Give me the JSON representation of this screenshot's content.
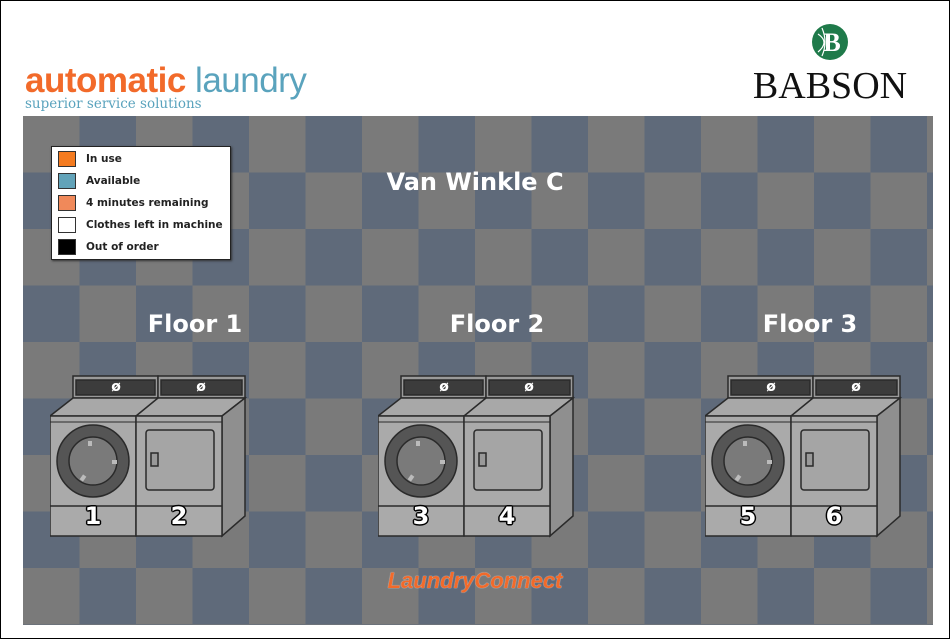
{
  "header": {
    "logo_left_part1": "automatic",
    "logo_left_part2": "laundry",
    "logo_left_tagline": "superior service solutions",
    "logo_right": "BABSON"
  },
  "legend": [
    {
      "label": "In use",
      "color": "#f47b20"
    },
    {
      "label": "Available",
      "color": "#62a3b9"
    },
    {
      "label": "4 minutes remaining",
      "color": "#f0895a"
    },
    {
      "label": "Clothes left in machine",
      "color": "#ffffff"
    },
    {
      "label": "Out of order",
      "color": "#000000"
    }
  ],
  "location": "Van Winkle C",
  "floors": [
    {
      "label": "Floor 1",
      "machines": [
        {
          "number": "1",
          "type": "washer",
          "display": "ø"
        },
        {
          "number": "2",
          "type": "dryer",
          "display": "ø"
        }
      ]
    },
    {
      "label": "Floor 2",
      "machines": [
        {
          "number": "3",
          "type": "washer",
          "display": "ø"
        },
        {
          "number": "4",
          "type": "dryer",
          "display": "ø"
        }
      ]
    },
    {
      "label": "Floor 3",
      "machines": [
        {
          "number": "5",
          "type": "washer",
          "display": "ø"
        },
        {
          "number": "6",
          "type": "dryer",
          "display": "ø"
        }
      ]
    }
  ],
  "footer": {
    "brand": "LaundryConnect"
  }
}
